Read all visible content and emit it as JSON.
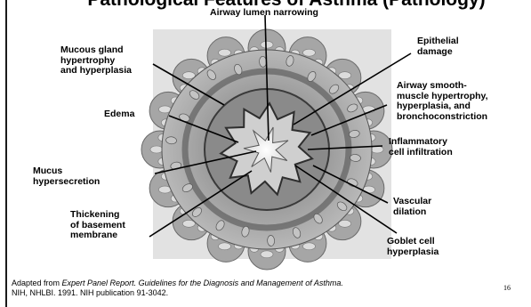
{
  "slide": {
    "title_fragment": "Pathological Features of Asthma (Pathology)",
    "page_number": "16"
  },
  "labels": {
    "airway_lumen": "Airway lumen narrowing",
    "mucous_gland": "Mucous gland\nhypertrophy\nand hyperplasia",
    "edema": "Edema",
    "mucus_hypersecretion": "Mucus\nhypersecretion",
    "thickening": "Thickening\nof basement\nmembrane",
    "epithelial": "Epithelial\ndamage",
    "smooth_muscle": "Airway smooth-\nmuscle hypertrophy,\nhyperplasia, and\nbronchoconstriction",
    "inflammatory": "Inflammatory\ncell infiltration",
    "vascular": "Vascular\ndilation",
    "goblet": "Goblet cell\nhyperplasia"
  },
  "citation": {
    "prefix": "Adapted from ",
    "italic": "Expert Panel Report. Guidelines for the Diagnosis and Management of Asthma.",
    "line2": "NIH, NHLBI. 1991. NIH publication 91-3042."
  },
  "colors": {
    "tissue_outer": "#a8a8a8",
    "tissue_mid": "#8e8e8e",
    "tissue_dark": "#5a5a5a",
    "lumen": "#f2f2f2",
    "bubble": "#d6d6d6"
  }
}
